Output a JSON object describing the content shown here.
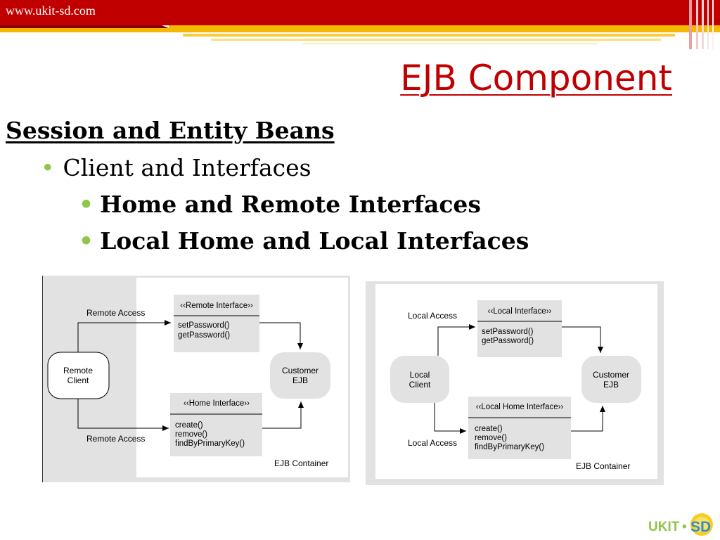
{
  "site_url": "www.ukit-sd.com",
  "title": "EJB Component",
  "heading": "Session and Entity Beans",
  "bullets": {
    "l1": "Client and Interfaces",
    "l2a": "Home and Remote Interfaces",
    "l2b": "Local Home and Local Interfaces"
  },
  "bullet_glyph": "•",
  "colors": {
    "banner_red": "#c00000",
    "banner_gold": "#f5b800",
    "title": "#c00000",
    "bullet": "#8fc64a",
    "box_gray": "#e2e2e2"
  },
  "diagram_remote": {
    "access_top": "Remote Access",
    "access_bottom": "Remote Access",
    "client": [
      "Remote",
      "Client"
    ],
    "iface_top": {
      "name": "‹‹Remote Interface››",
      "methods": [
        "setPassword()",
        "getPassword()"
      ]
    },
    "iface_bottom": {
      "name": "‹‹Home Interface››",
      "methods": [
        "create()",
        "remove()",
        "findByPrimaryKey()"
      ]
    },
    "ejb": [
      "Customer",
      "EJB"
    ],
    "container": "EJB Container"
  },
  "diagram_local": {
    "access_top": "Local Access",
    "access_bottom": "Local Access",
    "client": [
      "Local",
      "Client"
    ],
    "iface_top": {
      "name": "‹‹Local Interface››",
      "methods": [
        "setPassword()",
        "getPassword()"
      ]
    },
    "iface_bottom": {
      "name": "‹‹Local Home Interface››",
      "methods": [
        "create()",
        "remove()",
        "findByPrimaryKey()"
      ]
    },
    "ejb": [
      "Customer",
      "EJB"
    ],
    "container": "EJB Container"
  },
  "logo": {
    "left": "UKIT",
    "sep": "•",
    "right": "SD"
  }
}
